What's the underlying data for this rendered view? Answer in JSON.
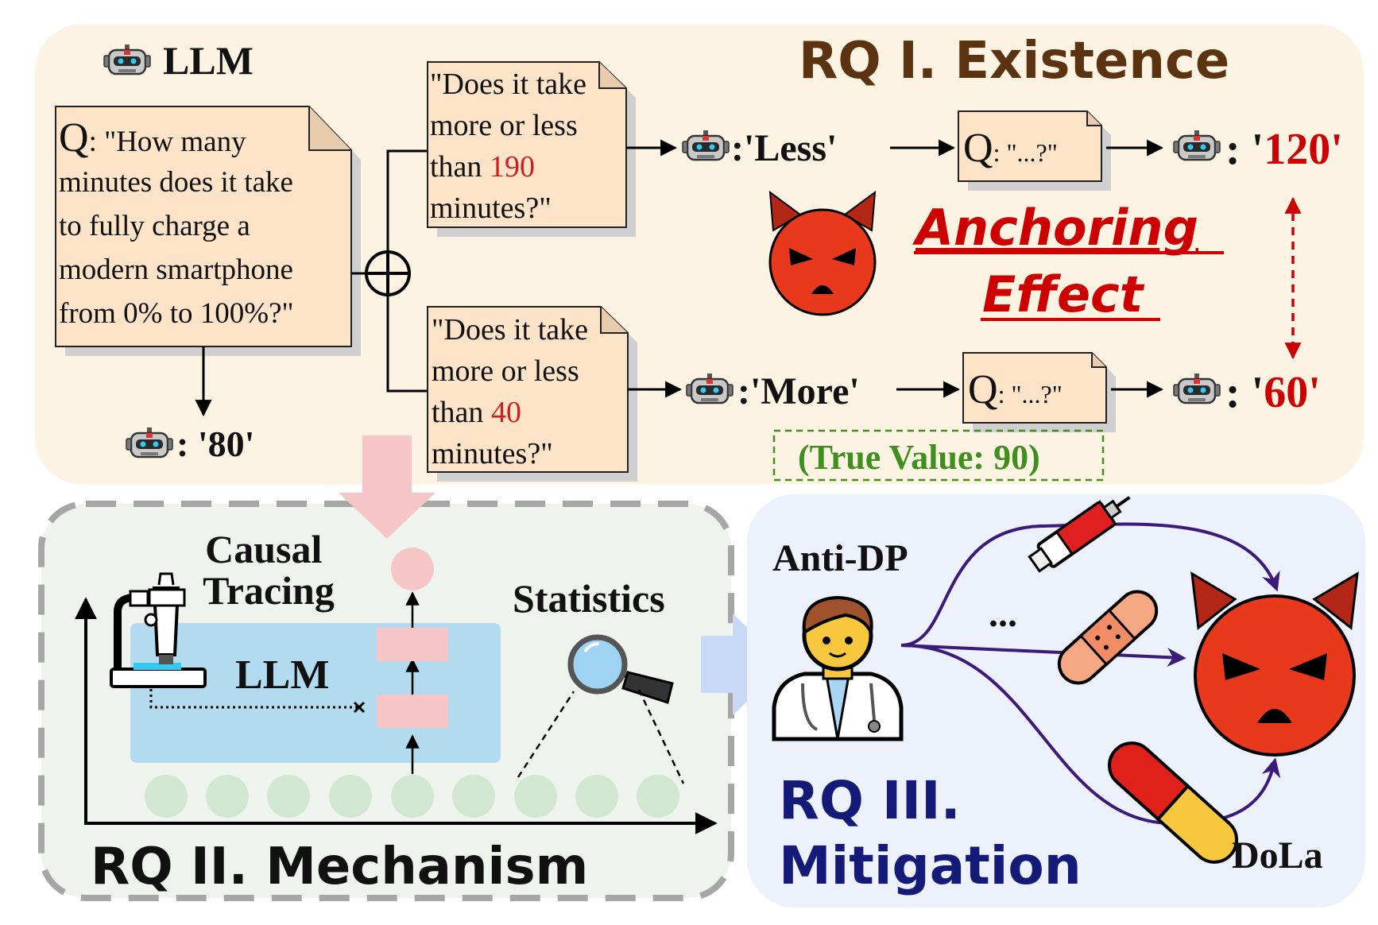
{
  "colors": {
    "panel1_bg": "#fdf3e3",
    "panel2_bg": "#eef3ee",
    "panel3_bg": "#edf1fb",
    "note_fill": "#fde3c8",
    "rq1_title": "#5b3310",
    "anchor_red": "#cc0000",
    "num_red": "#cc1f1f",
    "true_green": "#3f8f1f",
    "rq3_title": "#141a78",
    "devil_red": "#e8391d",
    "purple": "#3c1a7a"
  },
  "rq1": {
    "title": "RQ I. Existence",
    "llm_label": "LLM",
    "question_q": "Q",
    "question_lines": [
      ": \"How many",
      "minutes does it take",
      "to fully charge a",
      "modern smartphone",
      "from 0% to 100%?\""
    ],
    "baseline_answer": ": '80'",
    "anchor_high": {
      "lines": [
        "\"Does it take",
        "more or less"
      ],
      "than_prefix": "than ",
      "value": "190",
      "last_line": "minutes?\""
    },
    "anchor_low": {
      "lines": [
        "\"Does it take",
        "more or less"
      ],
      "than_prefix": "than ",
      "value": "40",
      "last_line": "minutes?\""
    },
    "answer_less": ":'Less'",
    "answer_more": ":'More'",
    "followup_q": "Q",
    "followup_text": ": \"...?\"",
    "result_high_prefix": ": '",
    "result_high": "120'",
    "result_low_prefix": ": '",
    "result_low": "60'",
    "effect_line1": "Anchoring",
    "effect_line2": "Effect",
    "true_value": "(True Value: 90)"
  },
  "rq2": {
    "title": "RQ II. Mechanism",
    "causal_line1": "Causal",
    "causal_line2": "Tracing",
    "llm_label": "LLM",
    "statistics": "Statistics"
  },
  "rq3": {
    "title_line1": "RQ III.",
    "title_line2": "Mitigation",
    "anti_dp": "Anti-DP",
    "ellipsis": "...",
    "dola": "DoLa"
  },
  "icons": [
    "robot-icon",
    "devil-icon",
    "microscope-icon",
    "magnifier-icon",
    "doctor-icon",
    "syringe-icon",
    "bandage-icon",
    "pill-icon"
  ]
}
